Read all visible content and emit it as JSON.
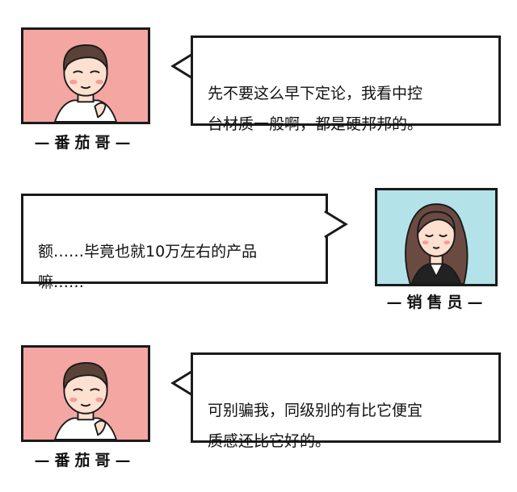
{
  "panels": [
    {
      "speaker": "—番茄哥—",
      "text": "先不要这么早下定论，我看中控\n台材质一般啊，都是硬邦邦的。"
    },
    {
      "speaker": "—销售员—",
      "text": "额……毕竟也就10万左右的产品\n嘛……"
    },
    {
      "speaker": "—番茄哥—",
      "text": "可别骗我，同级别的有比它便宜\n质感还比它好的。"
    }
  ],
  "colors": {
    "man_bg": "#f4a6a2",
    "woman_bg": "#b3e3e8",
    "outline": "#1a1a1a"
  }
}
